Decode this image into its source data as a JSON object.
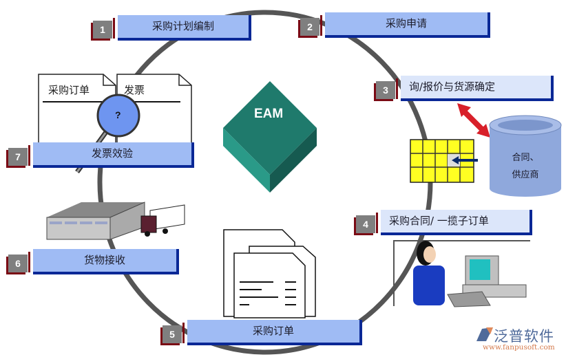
{
  "center": {
    "label": "EAM",
    "color": "#1f7a6c"
  },
  "steps": [
    {
      "num": "1",
      "label": "采购计划编制"
    },
    {
      "num": "2",
      "label": "采购申请"
    },
    {
      "num": "3",
      "label": "询/报价与货源确定"
    },
    {
      "num": "4",
      "label": "采购合同/  一揽子订单"
    },
    {
      "num": "5",
      "label": "采购订单"
    },
    {
      "num": "6",
      "label": "货物接收"
    },
    {
      "num": "7",
      "label": "发票效验"
    }
  ],
  "illustrations": {
    "database_label_line1": "合同、",
    "database_label_line2": "供应商",
    "doc_po_title": "采购订单",
    "doc_invoice_title": "发票",
    "magnifier_symbol": "?"
  },
  "colors": {
    "box_fill": "#9fbbf4",
    "box_fill_light": "#dce6fa",
    "box_border": "#0a2896",
    "number_fill": "#7f7f7f",
    "number_shadow": "#7a0a14",
    "ring": "#555555"
  },
  "branding": {
    "name": "泛普软件",
    "url": "www.fanpusoft.com"
  }
}
